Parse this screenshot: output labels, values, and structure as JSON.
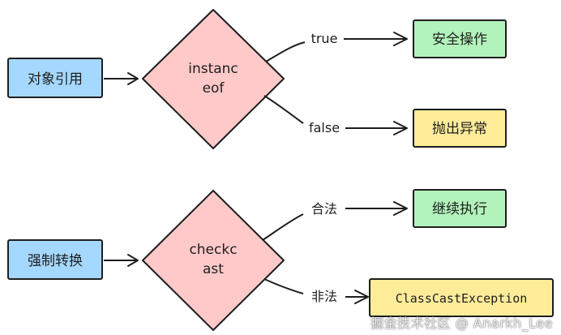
{
  "diagram": {
    "colors": {
      "blue_fill": "#a5d8ff",
      "red_fill": "#ffc9c9",
      "green_fill": "#b2f2bb",
      "yellow_fill": "#ffec99",
      "stroke": "#1e1e1e"
    },
    "flows": [
      {
        "input": "对象引用",
        "decision_line1": "instanc",
        "decision_line2": "eof",
        "branch_top_label": "true",
        "branch_top_result": "安全操作",
        "branch_bottom_label": "false",
        "branch_bottom_result": "抛出异常"
      },
      {
        "input": "强制转换",
        "decision_line1": "checkc",
        "decision_line2": "ast",
        "branch_top_label": "合法",
        "branch_top_result": "继续执行",
        "branch_bottom_label": "非法",
        "branch_bottom_result": "ClassCastException"
      }
    ]
  },
  "watermark": "掘金技术社区 @ Anarkh_Lee"
}
